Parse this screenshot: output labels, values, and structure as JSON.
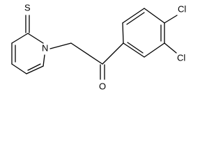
{
  "structure": {
    "atoms": {
      "thione_sulfur": "S",
      "ring_nitrogen": "N",
      "carbonyl_oxygen": "O",
      "chlorine_para": "Cl",
      "chlorine_meta": "Cl"
    }
  },
  "colors": {
    "bond": "#000000",
    "label": "#000000",
    "background": "#ffffff"
  }
}
